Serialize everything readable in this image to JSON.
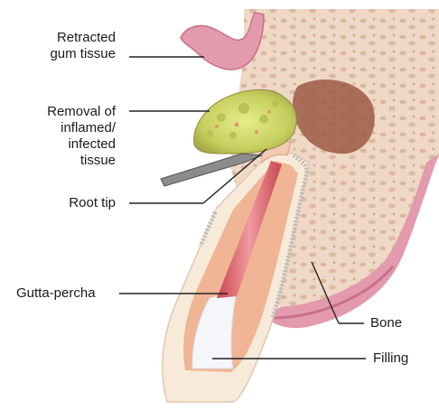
{
  "labels": {
    "retracted_gum_tissue": [
      "Retracted",
      "gum tissue"
    ],
    "removal_of_tissue": [
      "Removal of",
      "inflamed/",
      "infected",
      "tissue"
    ],
    "root_tip": "Root tip",
    "gutta_percha": "Gutta-percha",
    "bone": "Bone",
    "filling": "Filling"
  },
  "colors": {
    "bone": "#efd8c6",
    "bone_pore": "#d9b79e",
    "gum": "#e39aac",
    "gum_dark": "#c8708a",
    "enamel": "#f7ead8",
    "dentin": "#f0b594",
    "root_canal": "#d9606a",
    "filling": "#f4f6fa",
    "infected_tissue": "#cbd46a",
    "instrument": "#8c8c8c"
  }
}
